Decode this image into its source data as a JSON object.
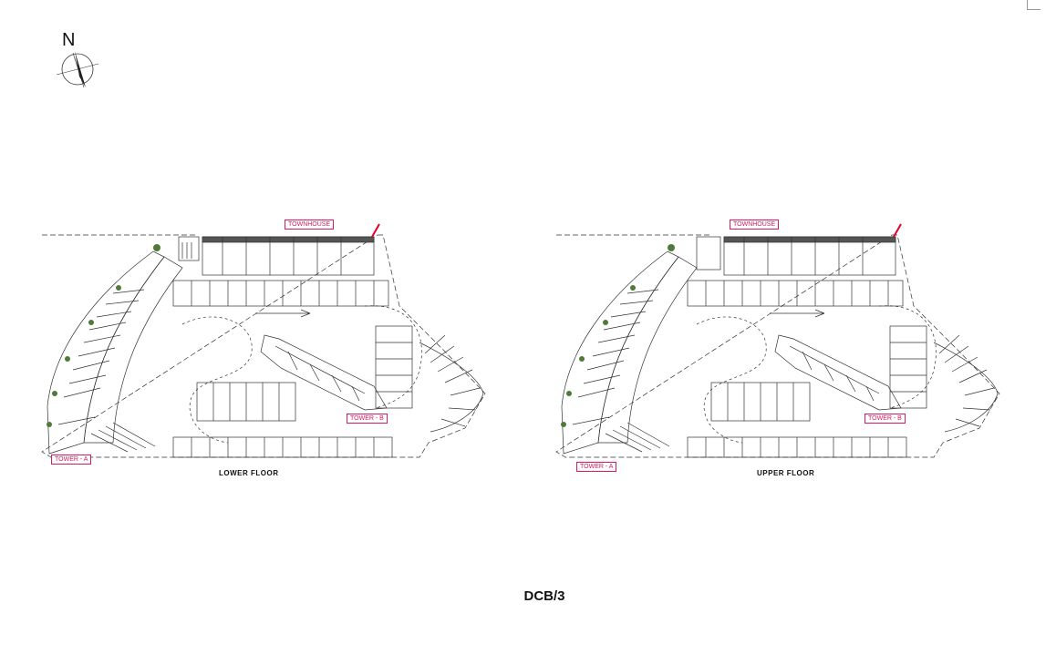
{
  "north_arrow": {
    "letter": "N"
  },
  "plans": [
    {
      "floor_title": "LOWER FLOOR",
      "tags": {
        "townhouse": "TOWNHOUSE",
        "tower_a": "TOWER - A",
        "tower_b": "TOWER - B"
      }
    },
    {
      "floor_title": "UPPER FLOOR",
      "tags": {
        "townhouse": "TOWNHOUSE",
        "tower_a": "TOWER - A",
        "tower_b": "TOWER - B"
      }
    }
  ],
  "sheet_number": "DCB/3",
  "colors": {
    "tag": "#d81b5a",
    "linework": "#333333",
    "entry_marker": "#e0002a",
    "planting": "#4e7a3a"
  }
}
